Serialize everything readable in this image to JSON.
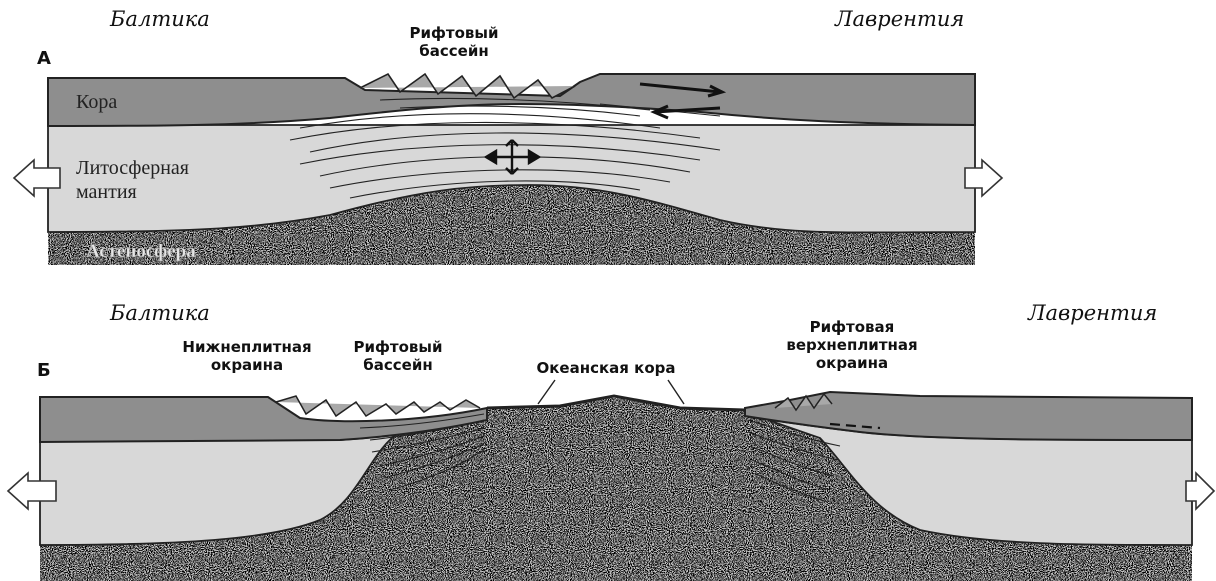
{
  "panel_a": {
    "letter": "А",
    "left_continent": "Балтика",
    "right_continent": "Лаврентия",
    "rift_label_line1": "Рифтовый",
    "rift_label_line2": "бассейн",
    "crust_label": "Кора",
    "mantle_label_line1": "Литосферная",
    "mantle_label_line2": "мантия",
    "asthenosphere_label": "Астеносфера"
  },
  "panel_b": {
    "letter": "Б",
    "left_continent": "Балтика",
    "right_continent": "Лаврентия",
    "lower_plate_line1": "Нижнеплитная",
    "lower_plate_line2": "окраина",
    "rift_label_line1": "Рифтовый",
    "rift_label_line2": "бассейн",
    "oceanic_crust": "Океанская кора",
    "upper_plate_line1": "Рифтовая",
    "upper_plate_line2": "верхнеплитная",
    "upper_plate_line3": "окраина"
  },
  "colors": {
    "crust": "#8e8e8e",
    "mantle": "#d6d6d6",
    "asthenosphere": "#8a8a8a",
    "outline": "#222222"
  }
}
